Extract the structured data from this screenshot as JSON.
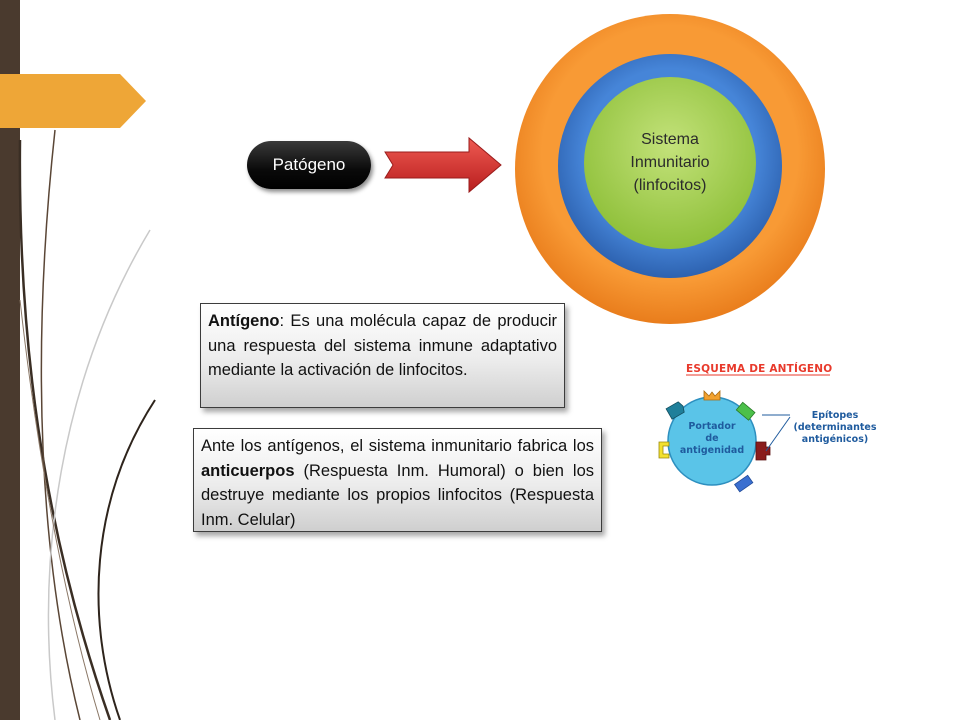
{
  "colors": {
    "sidebar": "#4a3a2e",
    "accent_tab": "#eea637",
    "outer_circle": "#f7932e",
    "middle_circle": "#3a79cc",
    "inner_circle": "#a9d24f",
    "arrow": "#d42a2a",
    "schema_carrier": "#5ac4e8",
    "schema_title": "#e8392b"
  },
  "diagram": {
    "pathogen_label": "Patógeno",
    "circle_lines": [
      "Sistema",
      "Inmunitario",
      "(linfocitos)"
    ]
  },
  "antigen_box": {
    "term": "Antígeno",
    "definition": ": Es una molécula capaz de producir una respuesta del sistema inmune adaptativo mediante la activación de linfocitos."
  },
  "response_box": {
    "before": "Ante los antígenos, el sistema inmunitario fabrica los ",
    "bold": "anticuerpos",
    "after": " (Respuesta Inm. Humoral) o bien los destruye mediante los propios linfocitos (Respuesta Inm. Celular)"
  },
  "schema": {
    "title": "ESQUEMA DE ANTÍGENO",
    "carrier_lines": [
      "Portador",
      "de",
      "antigenidad"
    ],
    "epitope_lines": [
      "Epítopes",
      "(determinantes",
      "antigénicos)"
    ]
  }
}
